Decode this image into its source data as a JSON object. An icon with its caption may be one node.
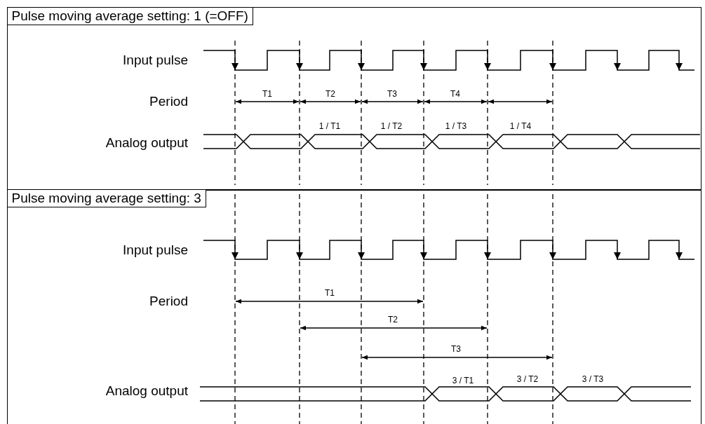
{
  "diagram": {
    "nodes": [
      {
        "text": [
          "Pulse moving average setting: 1 (=OFF)"
        ]
      },
      {
        "text": [
          "Pulse moving average setting: 3"
        ]
      }
    ],
    "labels": [
      "Input pulse",
      "T1",
      "T2",
      "T3",
      "T4",
      "Period",
      "1 / T1",
      "1 / T2",
      "1 / T3",
      "1 / T4",
      "Analog output",
      "Input pulse",
      "T1",
      "Period",
      "T2",
      "T3",
      "3 / T1",
      "3 / T2",
      "3 / T3",
      "Analog output"
    ]
  }
}
